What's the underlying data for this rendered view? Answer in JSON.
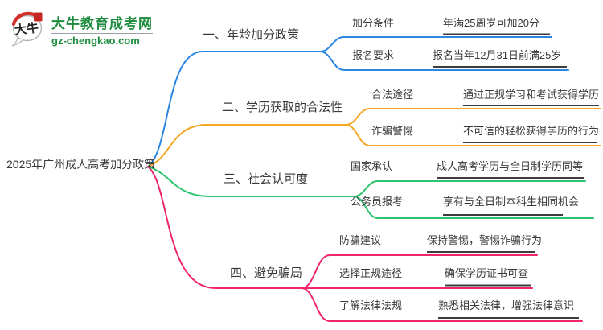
{
  "logo": {
    "icon_text": "大牛",
    "site_name": "大牛教育成考网",
    "site_domain": "gz-chengkao.com",
    "brand_green": "#1e8c3e",
    "seal_red": "#c5261f",
    "bubble_outline": "#b5b5b5"
  },
  "mindmap": {
    "root": "2025年广州成人高考加分政策",
    "branches": [
      {
        "label": "一、年龄加分政策",
        "color": "#2b87e3",
        "children": [
          {
            "label": "加分条件",
            "value": "年满25周岁可加20分"
          },
          {
            "label": "报名要求",
            "value": "报名当年12月31日前满25岁"
          }
        ]
      },
      {
        "label": "二、学历获取的合法性",
        "color": "#f5a623",
        "children": [
          {
            "label": "合法途径",
            "value": "通过正规学习和考试获得学历"
          },
          {
            "label": "诈骗警惕",
            "value": "不可信的轻松获得学历的行为"
          }
        ]
      },
      {
        "label": "三、社会认可度",
        "color": "#2dc26e",
        "children": [
          {
            "label": "国家承认",
            "value": "成人高考学历与全日制学历同等"
          },
          {
            "label": "公务员报考",
            "value": "享有与全日制本科生相同机会"
          }
        ]
      },
      {
        "label": "四、避免骗局",
        "color": "#f0246e",
        "children": [
          {
            "label": "防骗建议",
            "value": "保持警惕，警惕诈骗行为"
          },
          {
            "label": "选择正规途径",
            "value": "确保学历证书可查"
          },
          {
            "label": "了解法律法规",
            "value": "熟悉相关法律，增强法律意识"
          }
        ]
      }
    ],
    "colors": {
      "leaf_underline": "#3d3d3d",
      "text": "#383838",
      "background": "#ffffff"
    }
  }
}
